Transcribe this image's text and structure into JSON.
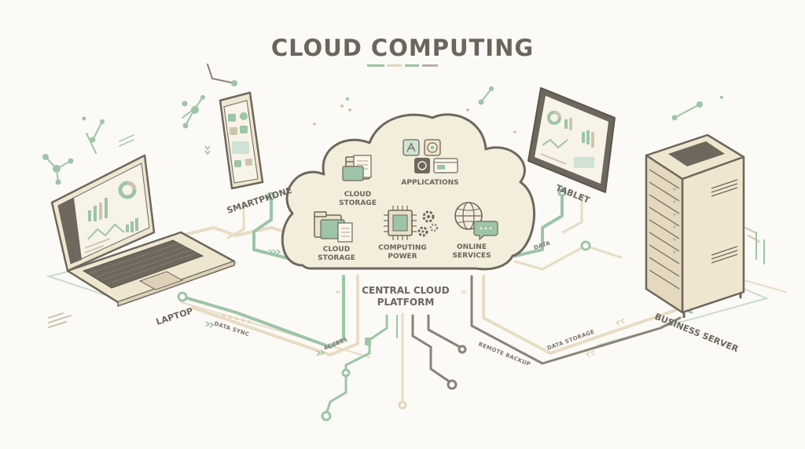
{
  "diagram": {
    "title": "CLOUD COMPUTING",
    "cloud": {
      "label_line1": "CENTRAL CLOUD",
      "label_line2": "PLATFORM",
      "services": {
        "cloud_storage_top": [
          "CLOUD",
          "STORAGE"
        ],
        "applications": [
          "APPLICATIONS"
        ],
        "cloud_storage_bottom": [
          "CLOUD",
          "STORAGE"
        ],
        "computing_power": [
          "COMPUTING",
          "POWER"
        ],
        "online_services": [
          "ONLINE",
          "SERVICES"
        ]
      }
    },
    "devices": {
      "laptop": "LAPTOP",
      "smartphone": "SMARTPHONE",
      "tablet": "TABLET",
      "business_server": "BUSINESS SERVER"
    },
    "connections": {
      "data_sync": "DATA SYNC",
      "access": "ACCESS",
      "data": "DATA",
      "remote_backup": "REMOTE BACKUP",
      "data_storage": "DATA STORAGE"
    },
    "colors": {
      "green": "#9dc4a7",
      "beige_line": "#e7dcc4",
      "gray_line": "#8a8377",
      "cloud_fill": "#f3eddc",
      "outline": "#6e675d",
      "text": "#6b655c"
    }
  }
}
